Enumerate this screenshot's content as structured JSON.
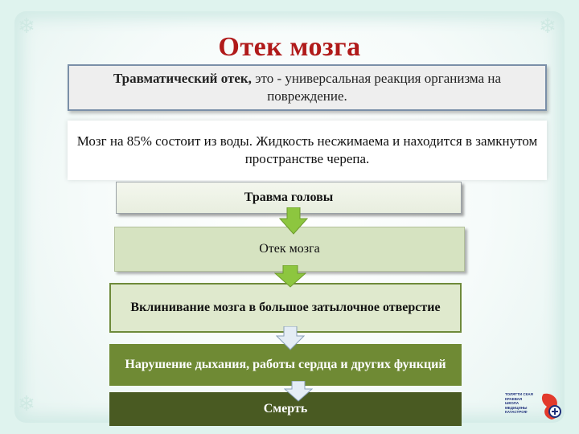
{
  "title": "Отек  мозга",
  "definition": {
    "term": "Травматический отек,",
    "rest": " это - универсальная реакция организма на повреждение."
  },
  "fact": "Мозг на 85% состоит из воды. Жидкость несжимаема и находится в замкнутом пространстве черепа.",
  "steps": [
    "Травма головы",
    "Отек мозга",
    "Вклинивание мозга в большое затылочное отверстие",
    "Нарушение дыхания, работы сердца и других функций",
    "Смерть"
  ],
  "logo_text": [
    "ТОЛЯТТИ СКАЯ",
    "КРАЕВАЯ",
    "ШКОЛА",
    "МЕДИЦИНЫ",
    "КАТАСТРОФ"
  ],
  "colors": {
    "title": "#b01a1a",
    "arrow": "#8dc63f",
    "arrow_light": "#e4edf5",
    "dark_green": "#495a22"
  }
}
